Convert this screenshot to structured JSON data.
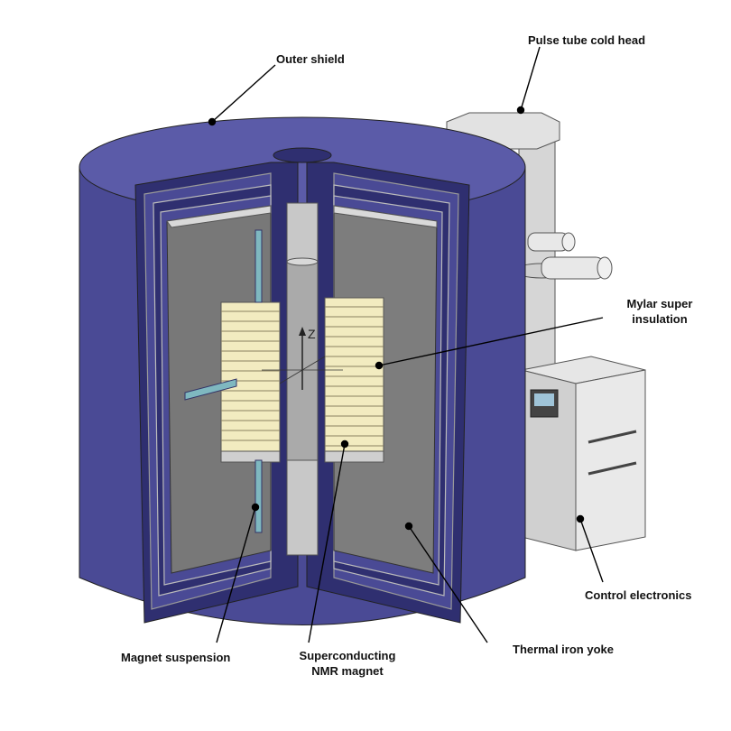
{
  "labels": {
    "outer_shield": "Outer shield",
    "pulse_tube": "Pulse tube cold head",
    "mylar": [
      "Mylar super",
      "insulation"
    ],
    "control": "Control electronics",
    "thermal_yoke": "Thermal iron yoke",
    "magnet_suspension": "Magnet suspension",
    "nmr_magnet": [
      "Superconducting",
      "NMR magnet"
    ],
    "axis": "Z"
  },
  "colors": {
    "shield": "#4a4a95",
    "shield_top": "#5b5ba8",
    "shield_dark": "#2f2f70",
    "yoke": "#787878",
    "bore": "#c8c8c8",
    "coil": "#f2ebc0",
    "suspension": "#7fb8c0",
    "cryo_gray": "#d9d9d9"
  }
}
